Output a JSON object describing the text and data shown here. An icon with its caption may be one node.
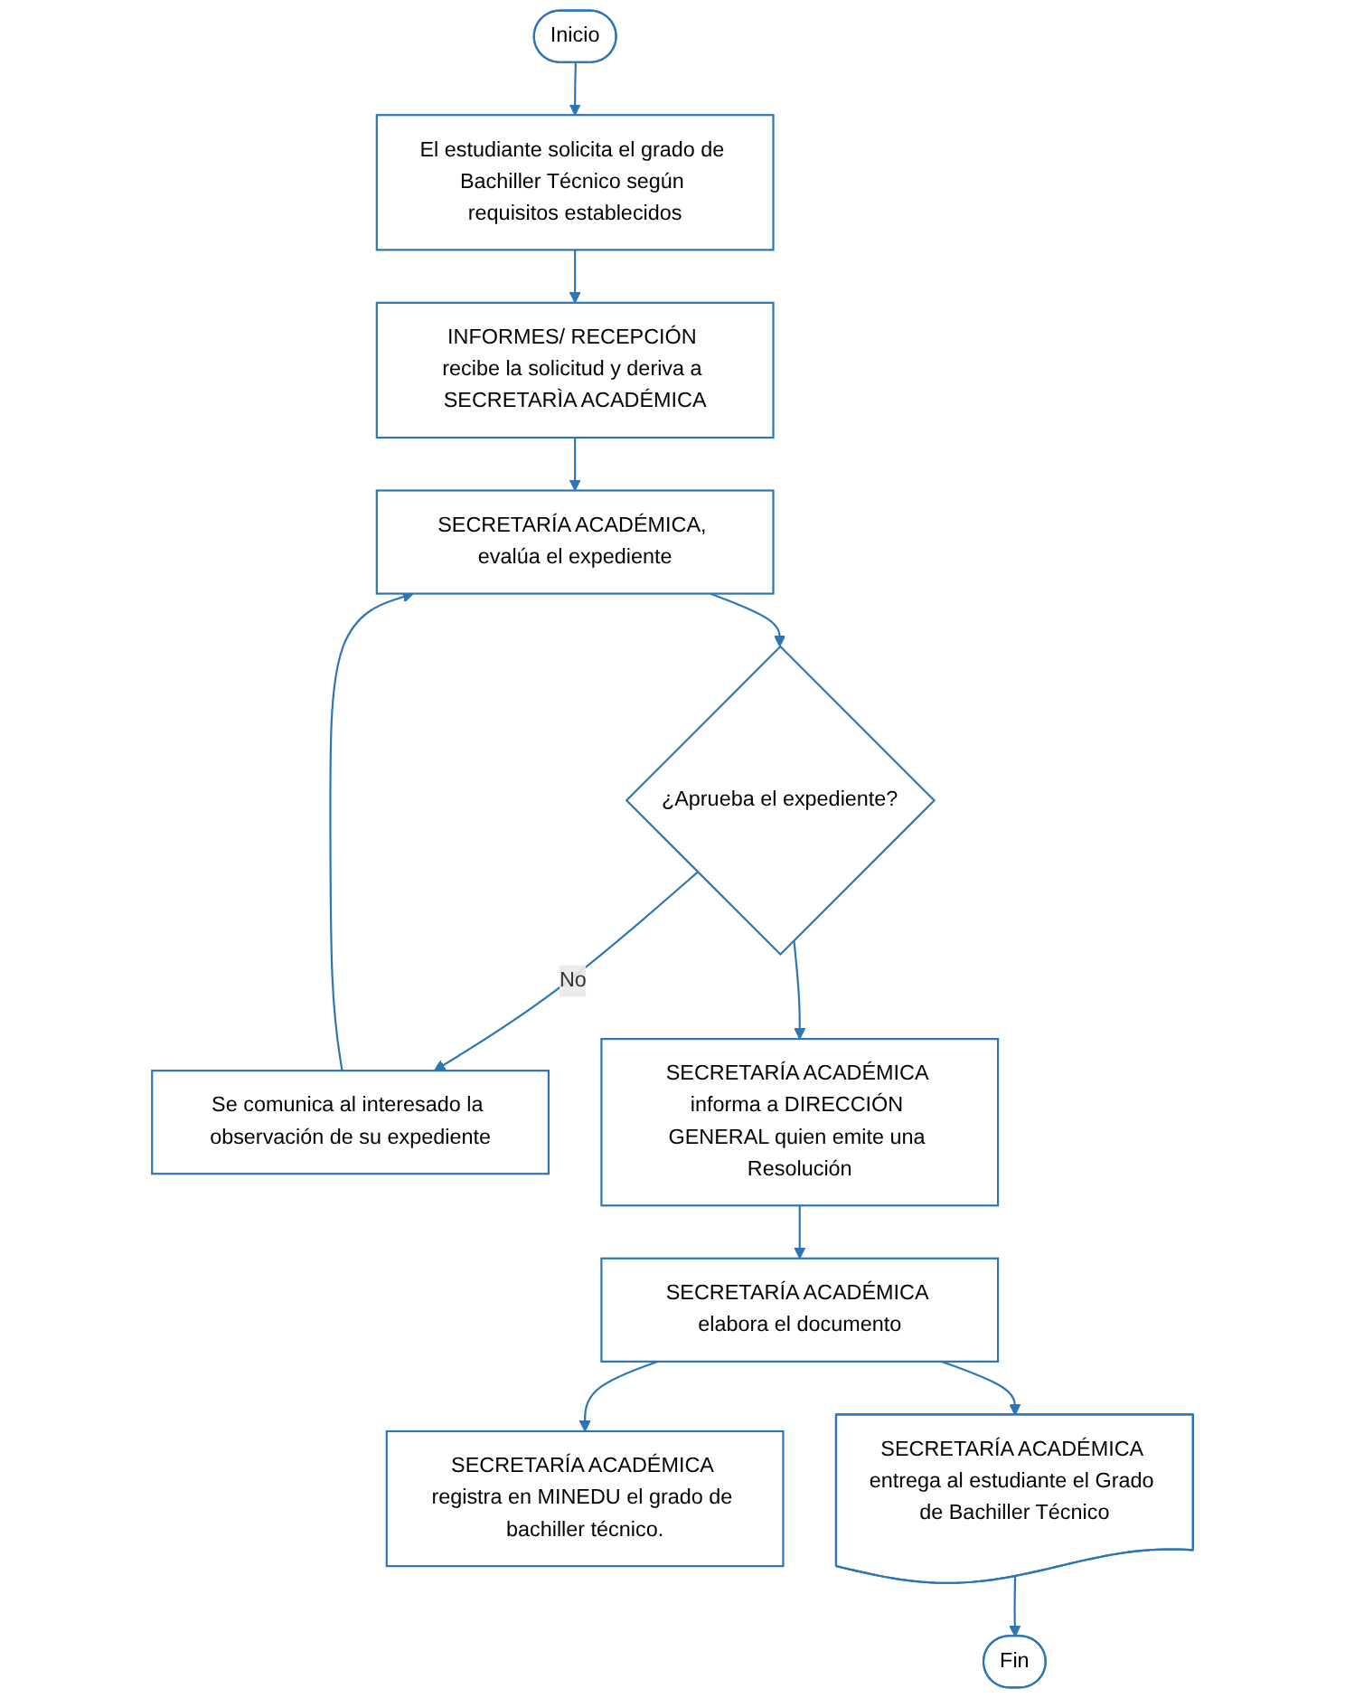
{
  "diagram": {
    "nodes": [
      {
        "text": [
          "Inicio"
        ]
      },
      {
        "text": [
          "El estudiante solicita el grado de Bachiller Técnico según requisitos establecidos"
        ]
      },
      {
        "text": [
          "INFORMES/ RECEPCIÓN recibe la solicitud y deriva a SECRETARÌA ACADÉMICA"
        ]
      },
      {
        "text": [
          "SECRETARÍA ACADÉMICA, evalúa el expediente"
        ]
      },
      {
        "text": [
          "Se comunica al interesado la observación de su expediente"
        ]
      },
      {
        "text": [
          "¿Aprueba el expediente?"
        ]
      },
      {
        "text": [
          "SECRETARÍA ACADÉMICA informa a DIRECCIÓN GENERAL quien emite una Resolución"
        ]
      },
      {
        "text": [
          "SECRETARÍA ACADÉMICA registra en MINEDU el grado de bachiller técnico."
        ]
      },
      {
        "text": [
          "SECRETARÍA ACADÉMICA elabora el documento"
        ]
      },
      {
        "text": [
          "SECRETARÍA ACADÉMICA entrega al estudiante el Grado de Bachiller Técnico"
        ]
      },
      {
        "text": [
          "Fin"
        ]
      }
    ],
    "edges": [
      {
        "from": 0,
        "to": 1,
        "arrow": "to"
      },
      {
        "from": 1,
        "to": 2,
        "arrow": "to"
      },
      {
        "from": 2,
        "to": 3,
        "arrow": "to"
      },
      {
        "from": 3,
        "to": 5,
        "arrow": "to"
      },
      {
        "from": 5,
        "to": 4,
        "arrow": "to",
        "label": "No"
      },
      {
        "from": 4,
        "to": 3,
        "arrow": "to"
      },
      {
        "from": 5,
        "to": 6,
        "arrow": "to"
      },
      {
        "from": 6,
        "to": 8,
        "arrow": "to"
      },
      {
        "from": 8,
        "to": 7,
        "arrow": "to"
      },
      {
        "from": 8,
        "to": 9,
        "arrow": "to"
      },
      {
        "from": 9,
        "to": 10,
        "arrow": "to"
      }
    ]
  }
}
